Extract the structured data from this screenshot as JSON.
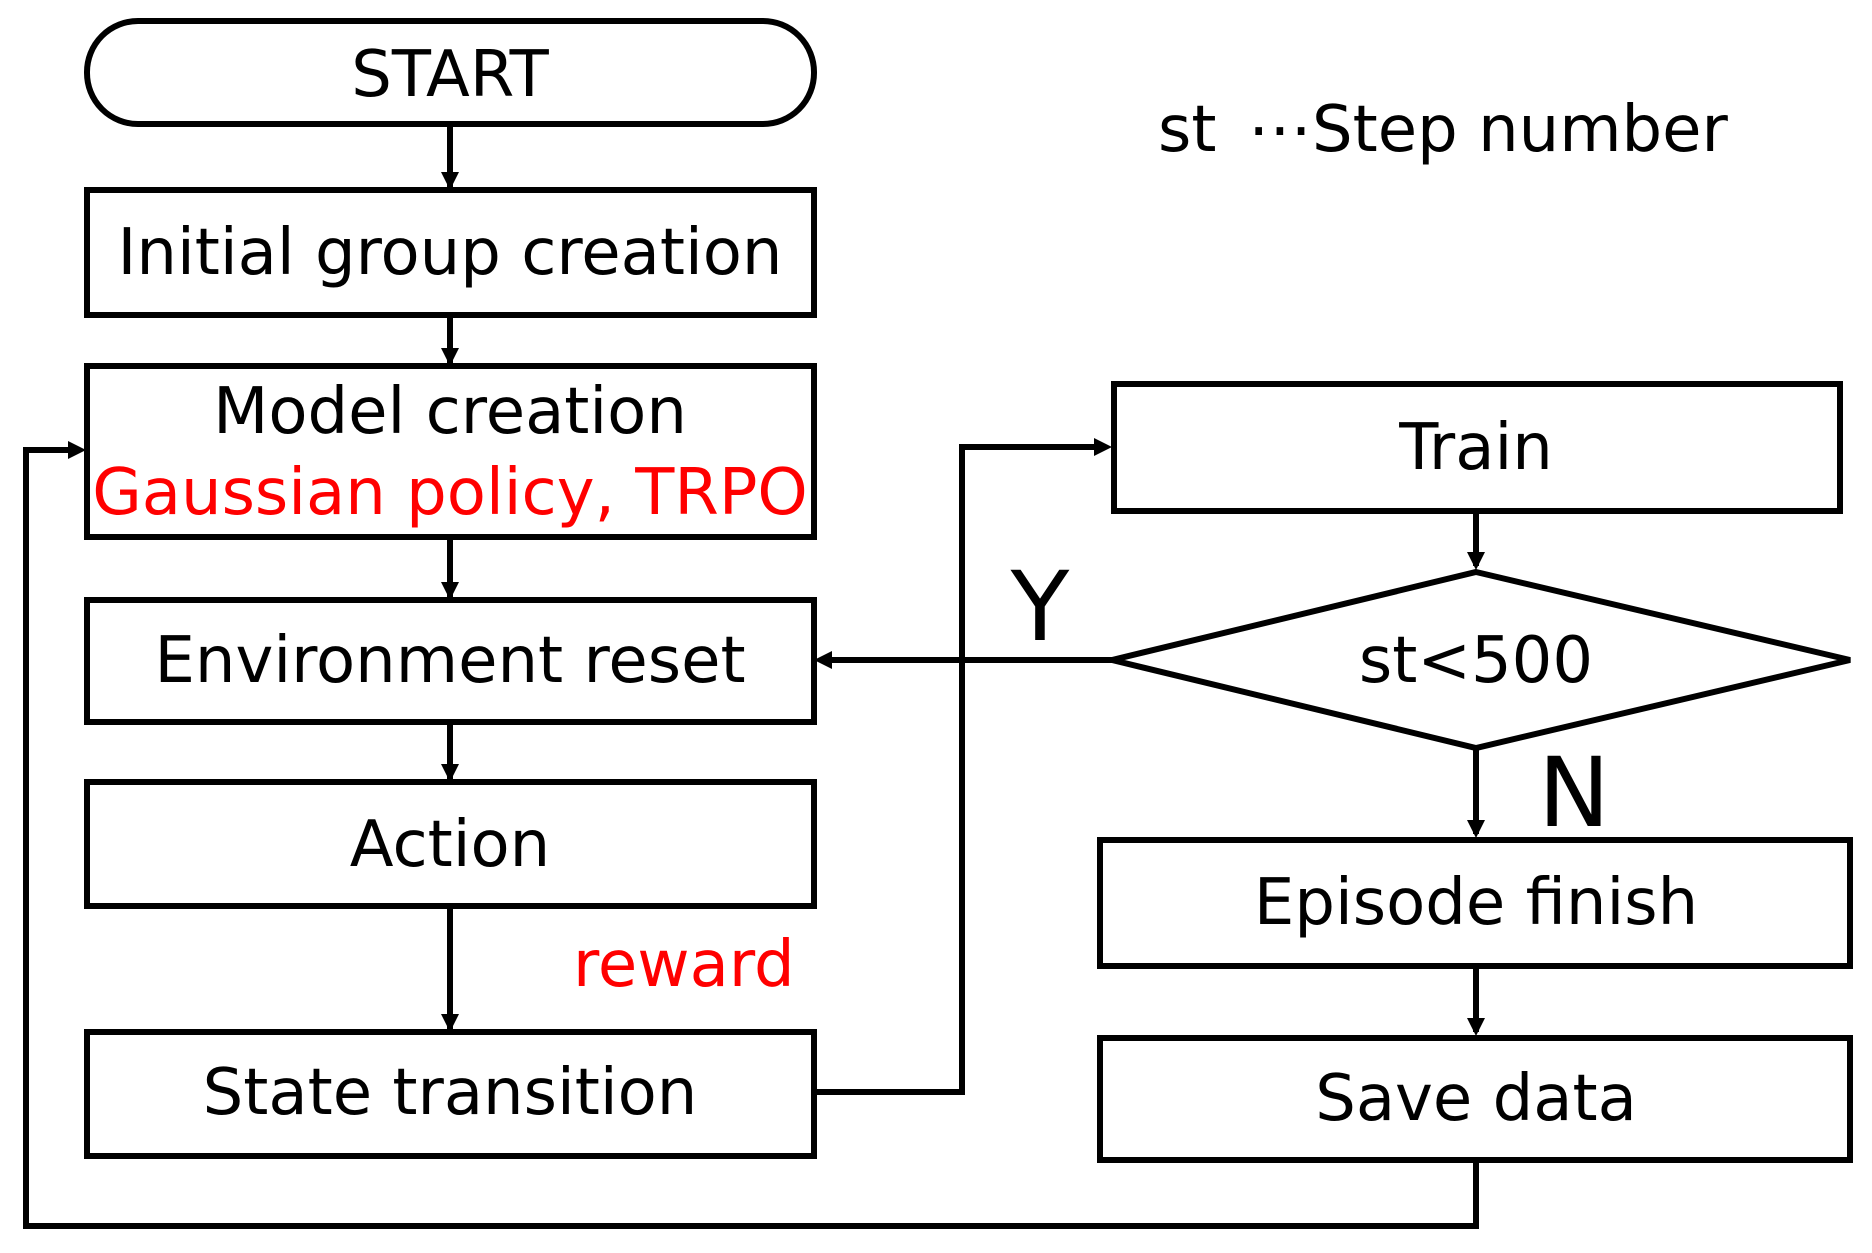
{
  "nodes": {
    "start": "START",
    "initial_group": "Initial group creation",
    "model_creation": "Model creation",
    "model_method": "Gaussian policy, TRPO",
    "environment_reset": "Environment reset",
    "action": "Action",
    "state_transition": "State transition",
    "train": "Train",
    "decision": "st<500",
    "episode_finish": "Episode finish",
    "save_data": "Save data"
  },
  "edge_labels": {
    "reward": "reward",
    "yes": "Y",
    "no": "N"
  },
  "legend": {
    "symbol": "st",
    "description": "⋯Step number"
  },
  "colors": {
    "highlight": "#ff0000",
    "line": "#000000"
  }
}
